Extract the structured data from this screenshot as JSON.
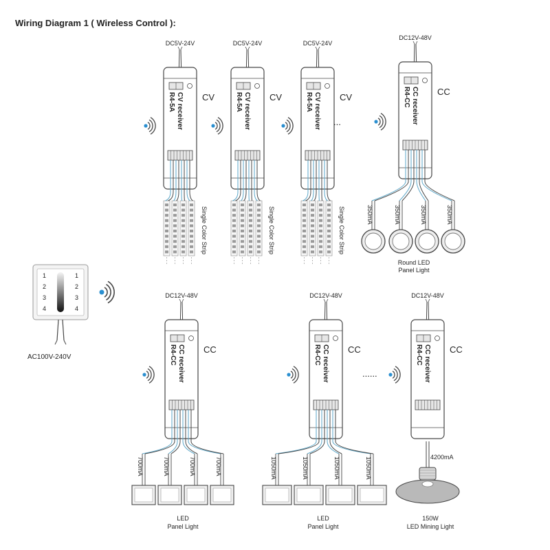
{
  "title": "Wiring Diagram 1 ( Wireless Control ):",
  "colors": {
    "line": "#444444",
    "wire": "#5aa6c8",
    "signal": "#2a8fd0",
    "body": "#ffffff",
    "shade": "#e6e6e6"
  },
  "icons": [
    "wireless-signal-icon"
  ],
  "remote": {
    "power": "AC100V-240V",
    "zone_labels": [
      "1",
      "2",
      "3",
      "4"
    ]
  },
  "top_row": {
    "cv_receivers": [
      {
        "power": "DC5V-24V",
        "type": "CV",
        "label": "CV receiver",
        "model": "R4-5A",
        "load": "Single Color Strip"
      },
      {
        "power": "DC5V-24V",
        "type": "CV",
        "label": "CV receiver",
        "model": "R4-5A",
        "load": "Single Color Strip"
      },
      {
        "power": "DC5V-24V",
        "type": "CV",
        "label": "CV receiver",
        "model": "R4-5A",
        "load": "Single Color Strip"
      }
    ],
    "ellipsis": "...",
    "cc_receiver": {
      "power": "DC12V-48V",
      "type": "CC",
      "label": "CC receiver",
      "model": "R4-CC",
      "currents": [
        "350mA",
        "350mA",
        "350mA",
        "350mA"
      ],
      "load_line1": "Round LED",
      "load_line2": "Panel Light"
    }
  },
  "bottom_row": {
    "ellipsis": "......",
    "receivers": [
      {
        "power": "DC12V-48V",
        "type": "CC",
        "label": "CC receiver",
        "model": "R4-CC",
        "currents": [
          "700mA",
          "700mA",
          "700mA",
          "700mA"
        ],
        "load_line1": "LED",
        "load_line2": "Panel Light"
      },
      {
        "power": "DC12V-48V",
        "type": "CC",
        "label": "CC receiver",
        "model": "R4-CC",
        "currents": [
          "1050mA",
          "1050mA",
          "1050mA",
          "1050mA"
        ],
        "load_line1": "LED",
        "load_line2": "Panel Light"
      },
      {
        "power": "DC12V-48V",
        "type": "CC",
        "label": "CC receiver",
        "model": "R4-CC",
        "currents": [
          "4200mA"
        ],
        "load_line1": "150W",
        "load_line2": "LED Mining Light"
      }
    ]
  }
}
